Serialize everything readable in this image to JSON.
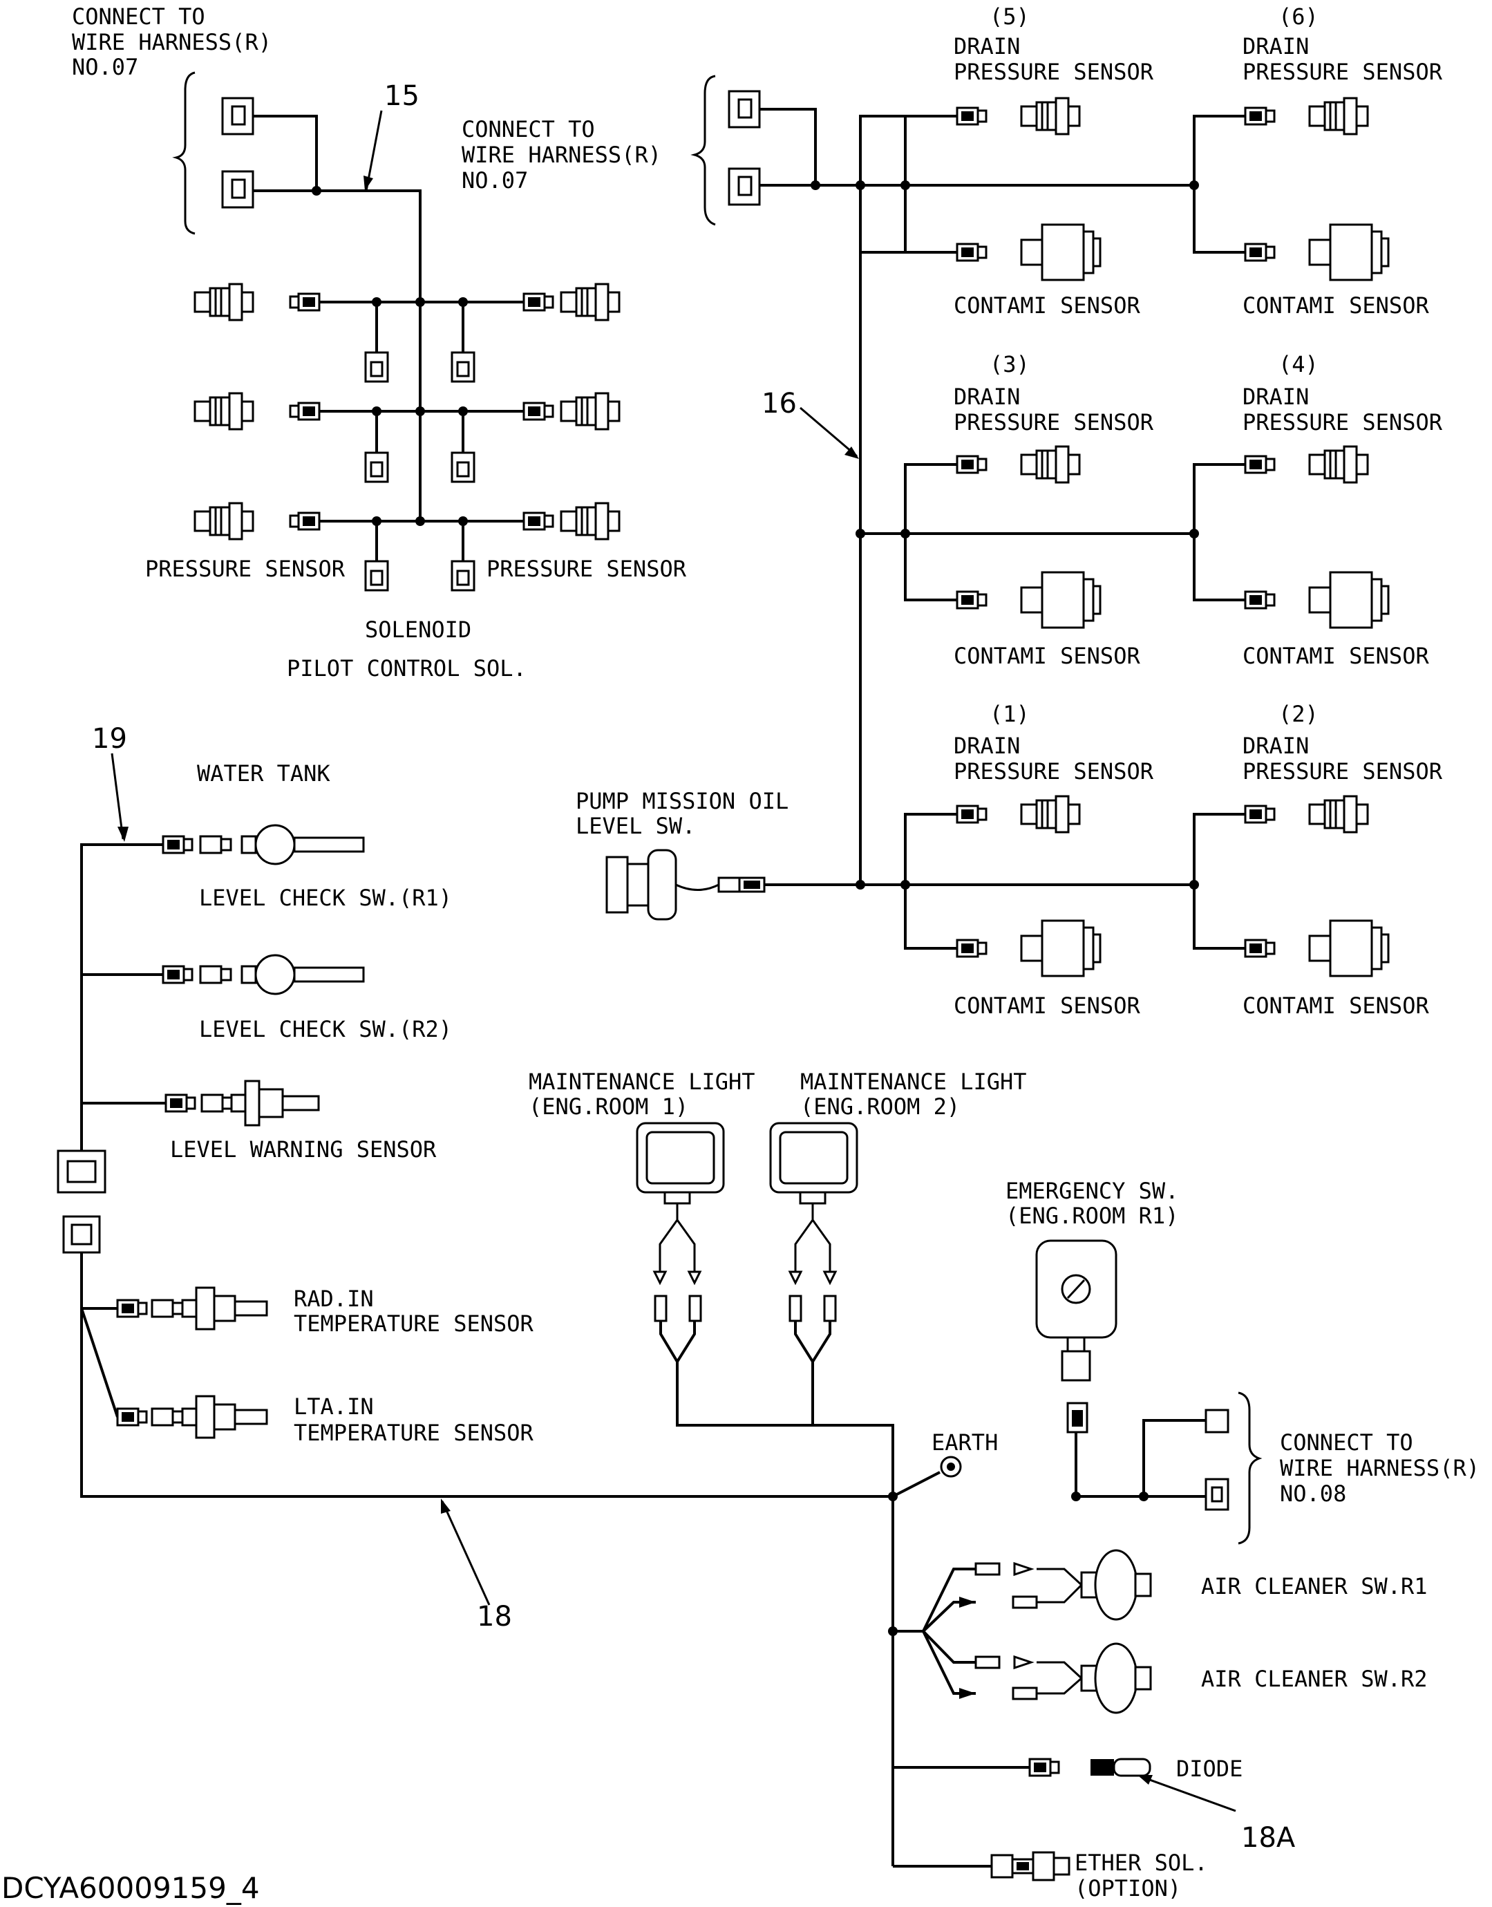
{
  "labels": {
    "connect_r07_left": [
      "CONNECT TO",
      "WIRE HARNESS(R)",
      "NO.07"
    ],
    "connect_r07_right": [
      "CONNECT TO",
      "WIRE HARNESS(R)",
      "NO.07"
    ],
    "connect_r08": [
      "CONNECT TO",
      "WIRE HARNESS(R)",
      "NO.08"
    ],
    "drain5_num": "(5)",
    "drain6_num": "(6)",
    "drain3_num": "(3)",
    "drain4_num": "(4)",
    "drain1_num": "(1)",
    "drain2_num": "(2)",
    "drain_pressure_sensor": [
      "DRAIN",
      "PRESSURE SENSOR"
    ],
    "contami_sensor": "CONTAMI SENSOR",
    "pressure_sensor": "PRESSURE SENSOR",
    "solenoid": "SOLENOID",
    "pilot_control_sol": "PILOT CONTROL SOL.",
    "pump_mission_oil": [
      "PUMP MISSION OIL",
      "LEVEL SW."
    ],
    "water_tank": "WATER TANK",
    "level_check_r1": "LEVEL CHECK SW.(R1)",
    "level_check_r2": "LEVEL CHECK SW.(R2)",
    "level_warning": "LEVEL WARNING SENSOR",
    "rad_in_temp": [
      "RAD.IN",
      "TEMPERATURE SENSOR"
    ],
    "lta_in_temp": [
      "LTA.IN",
      "TEMPERATURE SENSOR"
    ],
    "maint_light_1": [
      "MAINTENANCE LIGHT",
      "(ENG.ROOM 1)"
    ],
    "maint_light_2": [
      "MAINTENANCE LIGHT",
      "(ENG.ROOM 2)"
    ],
    "emergency_sw": [
      "EMERGENCY SW.",
      "(ENG.ROOM R1)"
    ],
    "earth": "EARTH",
    "air_cleaner_r1": "AIR CLEANER SW.R1",
    "air_cleaner_r2": "AIR CLEANER SW.R2",
    "diode": "DIODE",
    "ether_sol": [
      "ETHER SOL.",
      "(OPTION)"
    ]
  },
  "callouts": {
    "c15": "15",
    "c16": "16",
    "c18": "18",
    "c18a": "18A",
    "c19": "19"
  },
  "drawing_code": "DCYA60009159_4"
}
